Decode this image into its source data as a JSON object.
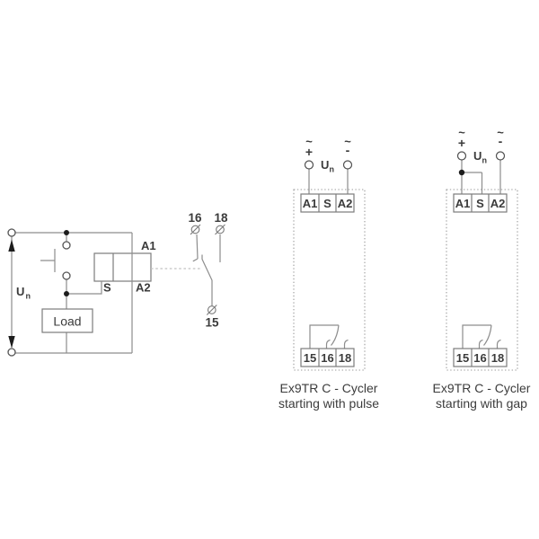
{
  "colors": {
    "background": "#ffffff",
    "wire_gray": "#8d8d8d",
    "text_dark": "#3b3b3b",
    "junction_black": "#1c1c1c",
    "dashed_link_gray": "#c2c2c2"
  },
  "left_circuit": {
    "voltage": {
      "label": "U",
      "subscript": "n"
    },
    "load_label": "Load",
    "relay_terminals": {
      "a1": "A1",
      "s": "S",
      "a2": "A2"
    },
    "contact_terminals": {
      "t16": "16",
      "t18": "18",
      "t15": "15"
    }
  },
  "pulse_diagram": {
    "polarity": {
      "left_ac": "~",
      "left_sign": "+",
      "right_ac": "~",
      "right_sign": "-"
    },
    "voltage": {
      "label": "U",
      "subscript": "n"
    },
    "top_terminals": [
      "A1",
      "S",
      "A2"
    ],
    "bottom_terminals": [
      "15",
      "16",
      "18"
    ],
    "caption": {
      "line1": "Ex9TR C - Cycler",
      "line2": "starting with pulse"
    }
  },
  "gap_diagram": {
    "polarity": {
      "left_ac": "~",
      "left_sign": "+",
      "right_ac": "~",
      "right_sign": "-"
    },
    "voltage": {
      "label": "U",
      "subscript": "n"
    },
    "top_terminals": [
      "A1",
      "S",
      "A2"
    ],
    "bottom_terminals": [
      "15",
      "16",
      "18"
    ],
    "caption": {
      "line1": "Ex9TR C - Cycler",
      "line2": "starting with gap"
    }
  }
}
